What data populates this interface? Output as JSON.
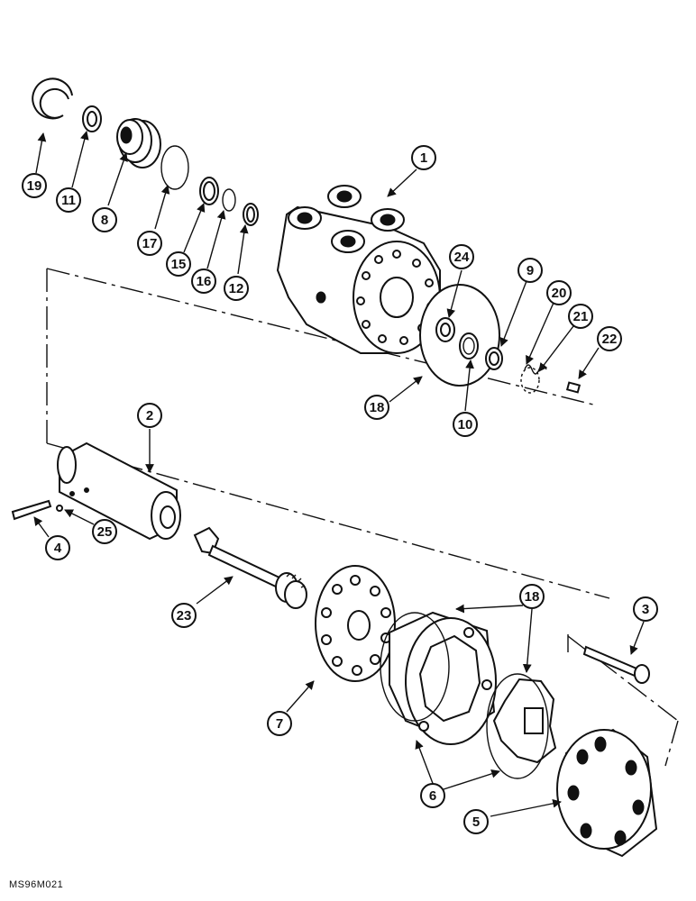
{
  "figure_code": "MS96M021",
  "callouts": [
    {
      "id": "c1",
      "label": "1"
    },
    {
      "id": "c2",
      "label": "2"
    },
    {
      "id": "c3",
      "label": "3"
    },
    {
      "id": "c4",
      "label": "4"
    },
    {
      "id": "c5",
      "label": "5"
    },
    {
      "id": "c6",
      "label": "6"
    },
    {
      "id": "c7",
      "label": "7"
    },
    {
      "id": "c8",
      "label": "8"
    },
    {
      "id": "c9",
      "label": "9"
    },
    {
      "id": "c10",
      "label": "10"
    },
    {
      "id": "c11",
      "label": "11"
    },
    {
      "id": "c12",
      "label": "12"
    },
    {
      "id": "c15",
      "label": "15"
    },
    {
      "id": "c16",
      "label": "16"
    },
    {
      "id": "c17",
      "label": "17"
    },
    {
      "id": "c18a",
      "label": "18"
    },
    {
      "id": "c18b",
      "label": "18"
    },
    {
      "id": "c19",
      "label": "19"
    },
    {
      "id": "c20",
      "label": "20"
    },
    {
      "id": "c21",
      "label": "21"
    },
    {
      "id": "c22",
      "label": "22"
    },
    {
      "id": "c23",
      "label": "23"
    },
    {
      "id": "c24",
      "label": "24"
    },
    {
      "id": "c25",
      "label": "25"
    }
  ]
}
